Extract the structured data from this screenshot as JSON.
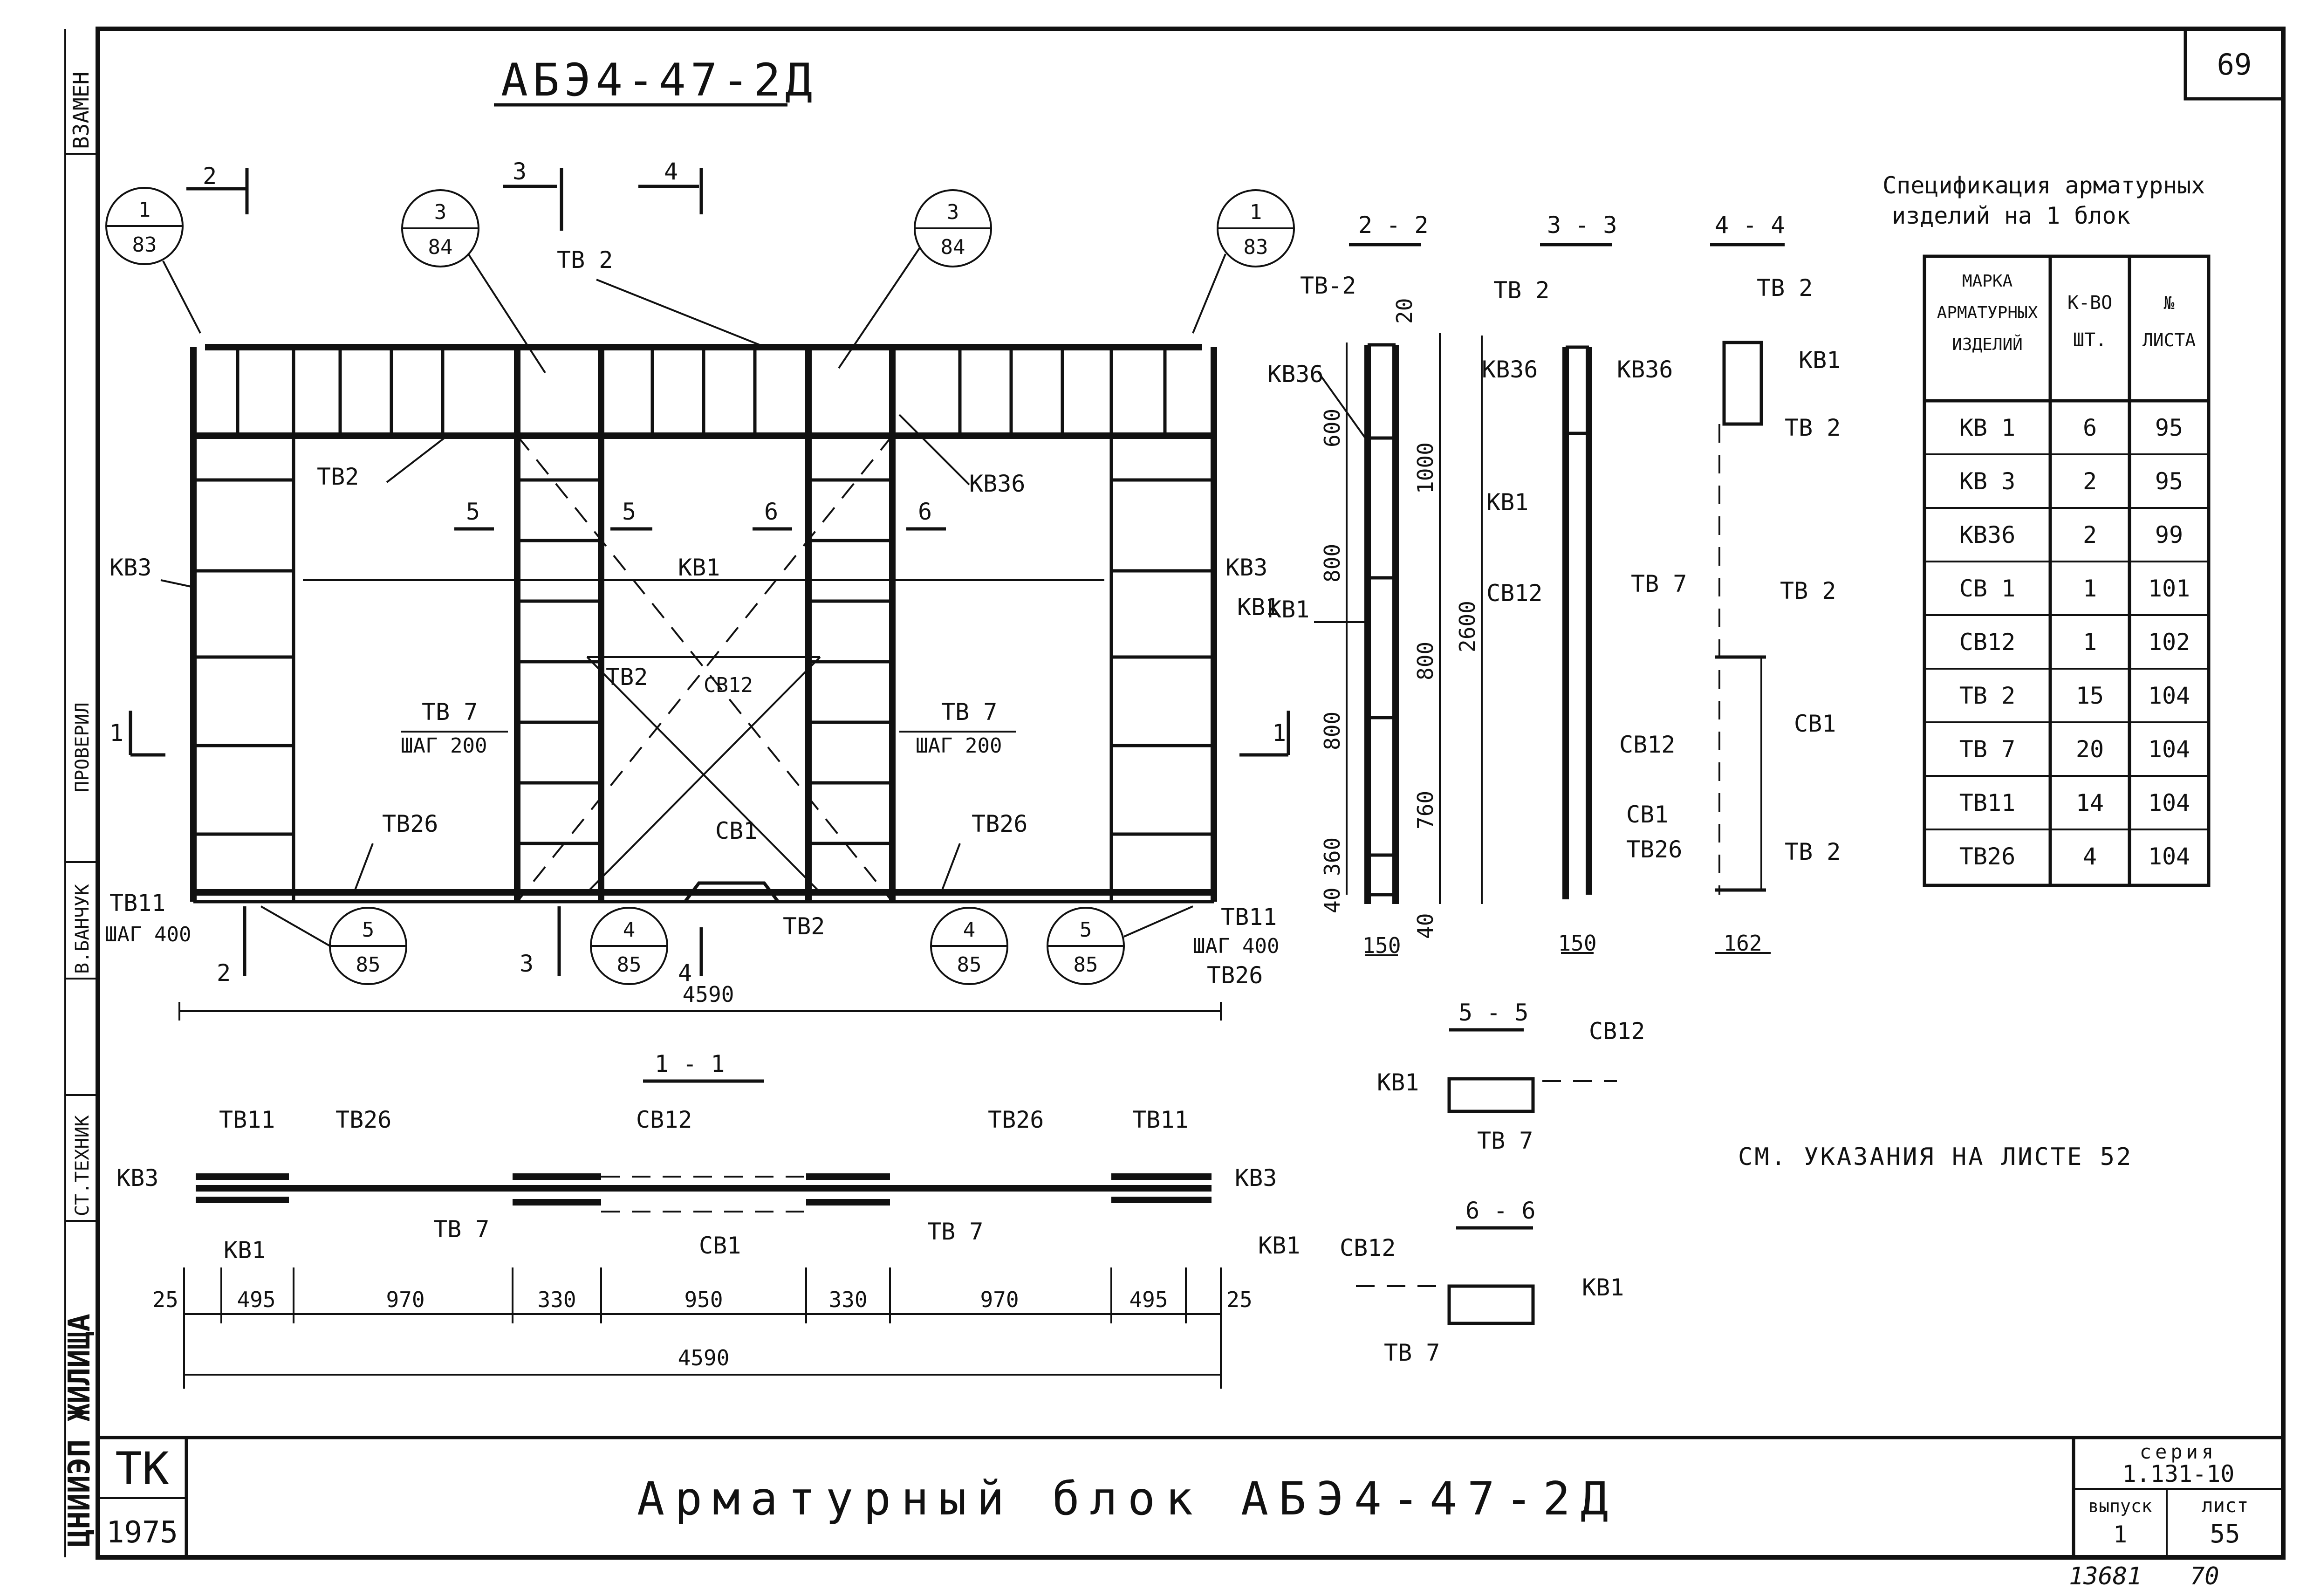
{
  "sheet": {
    "drawing_title": "АБЭ4-47-2Д",
    "sheet_number": "69",
    "main_title": "Арматурный блок АБЭ4-47-2Д",
    "org": "ЦНИИЭП ЖИЛИЩА",
    "tk": "ТК",
    "year": "1975",
    "series_label": "серия",
    "series_value": "1.131-10",
    "issue_label": "выпуск",
    "issue_value": "1",
    "sheet_label": "лист",
    "sheet_value": "55",
    "hand_number_a": "13681",
    "hand_number_b": "70",
    "note": "СМ. УКАЗАНИЯ НА ЛИСТЕ 52",
    "stamp_column": [
      "ВЗАМЕН",
      "ПРОВЕРИЛ",
      "В.БАНЧУК",
      "СТ.ТЕХНИК"
    ]
  },
  "spec": {
    "title_line1": "Спецификация арматурных",
    "title_line2": "изделий на 1 блок",
    "headers": [
      "МАРКА АРМАТУРНЫХ ИЗДЕЛИЙ",
      "К-ВО ШТ.",
      "№ ЛИСТА"
    ],
    "rows": [
      {
        "mark": "КВ 1",
        "qty": "6",
        "sheet": "95"
      },
      {
        "mark": "КВ 3",
        "qty": "2",
        "sheet": "95"
      },
      {
        "mark": "КВ36",
        "qty": "2",
        "sheet": "99"
      },
      {
        "mark": "СВ 1",
        "qty": "1",
        "sheet": "101"
      },
      {
        "mark": "СВ12",
        "qty": "1",
        "sheet": "102"
      },
      {
        "mark": "ТВ 2",
        "qty": "15",
        "sheet": "104"
      },
      {
        "mark": "ТВ 7",
        "qty": "20",
        "sheet": "104"
      },
      {
        "mark": "ТВ11",
        "qty": "14",
        "sheet": "104"
      },
      {
        "mark": "ТВ26",
        "qty": "4",
        "sheet": "104"
      }
    ]
  },
  "elevation": {
    "labels": {
      "tv2": "ТВ 2",
      "tv2b": "ТВ2",
      "tv7": "ТВ 7",
      "step200": "ШАГ 200",
      "tv26": "ТВ26",
      "tv11": "ТВ11",
      "step400": "ШАГ 400",
      "kv1": "КВ1",
      "kv3": "КВ3",
      "kv36": "КВ36",
      "cb12": "СВ12",
      "cb1": "СВ1"
    },
    "section_marks": [
      "1",
      "2",
      "3",
      "4",
      "5",
      "6"
    ],
    "bubbles": [
      {
        "top": "1",
        "bottom": "83"
      },
      {
        "top": "3",
        "bottom": "84"
      },
      {
        "top": "3",
        "bottom": "84"
      },
      {
        "top": "1",
        "bottom": "83"
      },
      {
        "top": "5",
        "bottom": "85"
      },
      {
        "top": "4",
        "bottom": "85"
      },
      {
        "top": "4",
        "bottom": "85"
      },
      {
        "top": "5",
        "bottom": "85"
      }
    ],
    "overall_dim": "4590"
  },
  "sections": {
    "s22": {
      "title": "2 - 2",
      "dims": [
        "20",
        "600",
        "800",
        "800",
        "360",
        "40",
        "1000",
        "800",
        "760",
        "2600",
        "40",
        "150"
      ]
    },
    "s33": {
      "title": "3 - 3",
      "dims": [
        "150"
      ]
    },
    "s44": {
      "title": "4 - 4",
      "dims": [
        "162"
      ]
    },
    "s11": {
      "title": "1 - 1",
      "dims": [
        "25",
        "495",
        "970",
        "330",
        "950",
        "330",
        "970",
        "495",
        "25",
        "4590"
      ]
    },
    "s55": {
      "title": "5 - 5"
    },
    "s66": {
      "title": "6 - 6"
    }
  }
}
